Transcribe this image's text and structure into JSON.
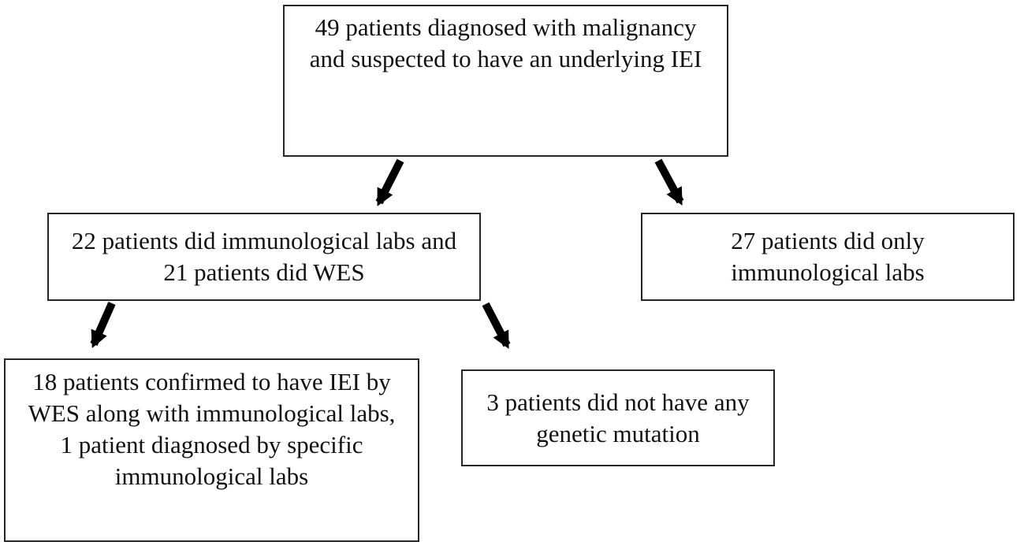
{
  "diagram": {
    "background_color": "#ffffff",
    "box_border_color": "#262626",
    "text_color": "#111111",
    "arrow_color": "#000000",
    "nodes": {
      "root": {
        "lines": [
          "49 patients diagnosed with malignancy",
          "and suspected to have an underlying IEI"
        ]
      },
      "labs_and_wes": {
        "lines": [
          "22 patients did immunological labs and",
          "21 patients did WES"
        ]
      },
      "labs_only": {
        "lines": [
          "27 patients did only",
          "immunological labs"
        ]
      },
      "confirmed_iei": {
        "lines": [
          "18 patients confirmed to have IEI by",
          "WES along with immunological labs,",
          "1 patient diagnosed by specific",
          "immunological labs"
        ]
      },
      "no_mutation": {
        "lines": [
          "3 patients did not have any",
          "genetic mutation"
        ]
      }
    },
    "edges": [
      {
        "from": "root",
        "to": "labs_and_wes"
      },
      {
        "from": "root",
        "to": "labs_only"
      },
      {
        "from": "labs_and_wes",
        "to": "confirmed_iei"
      },
      {
        "from": "labs_and_wes",
        "to": "no_mutation"
      }
    ]
  }
}
